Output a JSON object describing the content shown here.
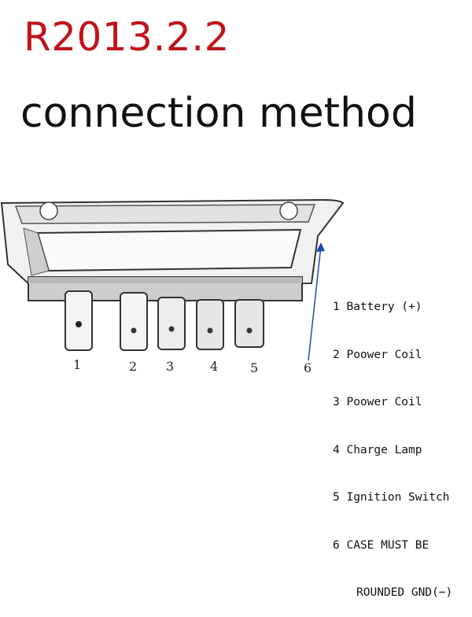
{
  "header": {
    "part_number": "R2013.2.2",
    "subtitle": "connection method"
  },
  "pins": {
    "labels": [
      "1",
      "2",
      "3",
      "4",
      "5",
      "6"
    ]
  },
  "legend": {
    "items": [
      "1 Battery (+)",
      "2 Poower Coil",
      "3 Poower Coil",
      "4 Charge Lamp",
      "5 Ignition Switch",
      "6 CASE MUST BE"
    ],
    "continuation": "ROUNDED GND(−)"
  },
  "colors": {
    "title_red": "#c0141b",
    "text_dark": "#111111"
  }
}
